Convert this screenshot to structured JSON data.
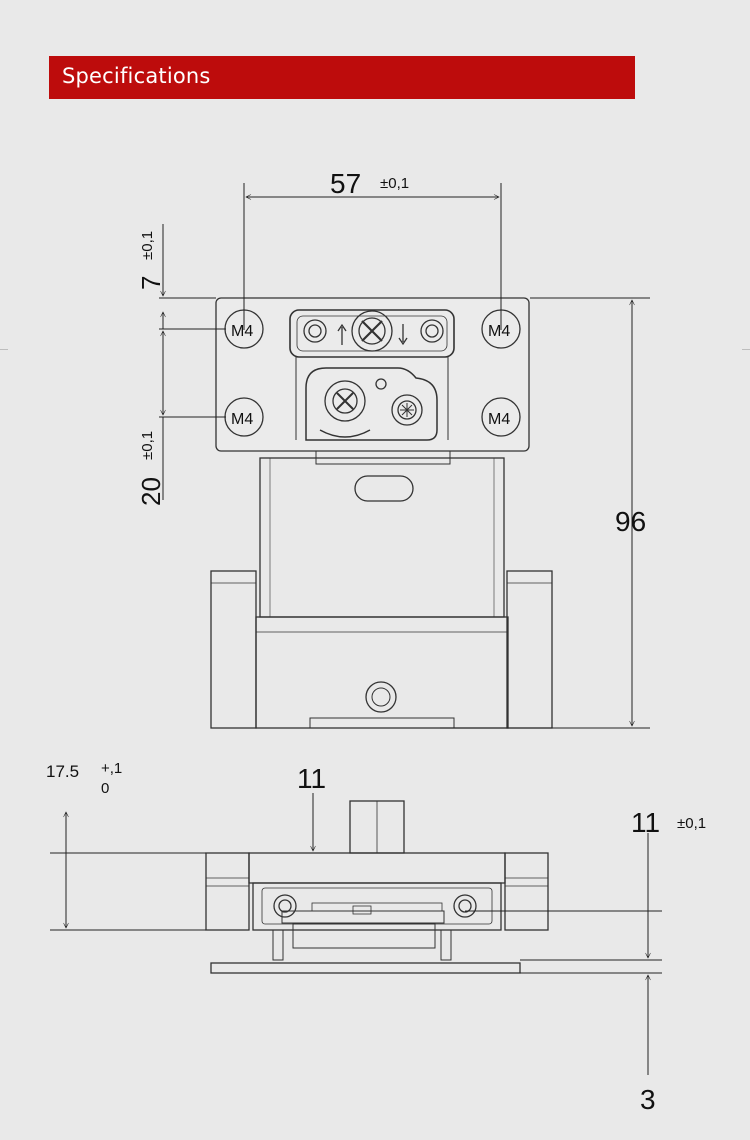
{
  "header": {
    "title": "Specifications",
    "bg_color": "#bd0c0c",
    "text_color": "#ffffff"
  },
  "drawing": {
    "top_view": {
      "width_dim": {
        "value": "57",
        "tol": "±0,1"
      },
      "top_offset_dim": {
        "value": "7",
        "tol": "±0,1"
      },
      "hole_spacing_dim": {
        "value": "20",
        "tol": "±0,1"
      },
      "height_dim": {
        "value": "96"
      },
      "hole_labels": [
        "M4",
        "M4",
        "M4",
        "M4"
      ]
    },
    "side_view": {
      "left_dim": {
        "value": "17.5",
        "tol_upper": "+,1",
        "tol_lower": "0"
      },
      "top_dim": {
        "value": "11"
      },
      "right_dim": {
        "value": "11",
        "tol": "±0,1"
      },
      "bottom_dim": {
        "value": "3"
      }
    }
  }
}
